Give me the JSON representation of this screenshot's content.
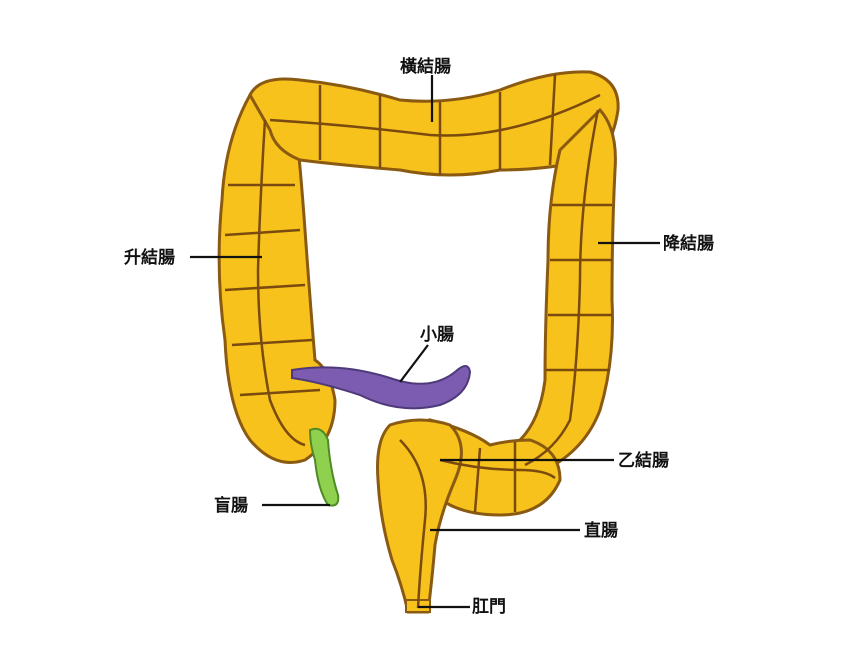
{
  "labels": {
    "transverse_colon": "橫結腸",
    "ascending_colon": "升結腸",
    "descending_colon": "降結腸",
    "small_intestine": "小腸",
    "sigmoid_colon": "乙結腸",
    "appendix": "盲腸",
    "rectum": "直腸",
    "anus": "肛門"
  },
  "colors": {
    "colon_fill": "#f7c21b",
    "colon_outline": "#8a5a12",
    "haustra_line": "#7a4a0e",
    "small_intestine": "#7b5cb0",
    "appendix": "#8fd14f",
    "background": "#ffffff"
  }
}
